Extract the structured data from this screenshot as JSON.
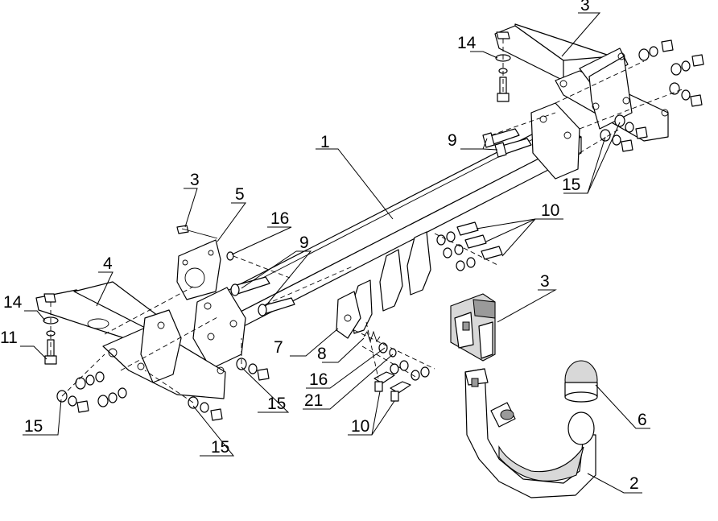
{
  "callouts": {
    "c1": "1",
    "c2": "2",
    "c3_top_right": "3",
    "c3_left": "3",
    "c3_box": "3",
    "c4": "4",
    "c5": "5",
    "c6": "6",
    "c7": "7",
    "c8": "8",
    "c9_top": "9",
    "c9_mid": "9",
    "c10_right": "10",
    "c10_bottom": "10",
    "c11": "11",
    "c14_top": "14",
    "c14_left": "14",
    "c15_top": "15",
    "c15_bottom_left": "15",
    "c15_bottom_mid": "15",
    "c15_bottom_right": "15",
    "c16_top": "16",
    "c16_bottom": "16",
    "c21": "21"
  }
}
